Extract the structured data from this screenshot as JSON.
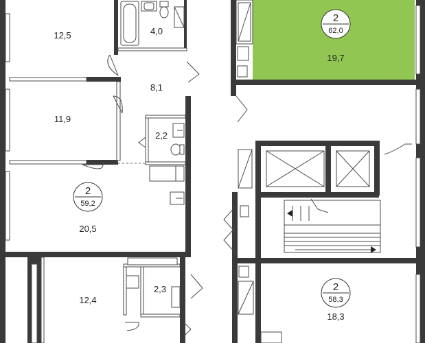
{
  "rooms": {
    "r1": "12,5",
    "r2": "4,0",
    "r3": "8,1",
    "r4": "11,9",
    "r5": "2,2",
    "r6": "20,5",
    "r7": "12,4",
    "r8": "2,3",
    "r9": "19,7",
    "r10": "18,3"
  },
  "apartments": [
    {
      "rooms": "2",
      "area": "59,2"
    },
    {
      "rooms": "2",
      "area": "62,0"
    },
    {
      "rooms": "2",
      "area": "58,3"
    }
  ],
  "colors": {
    "highlight": "#8bc34a",
    "wall": "#3a3a3a"
  }
}
